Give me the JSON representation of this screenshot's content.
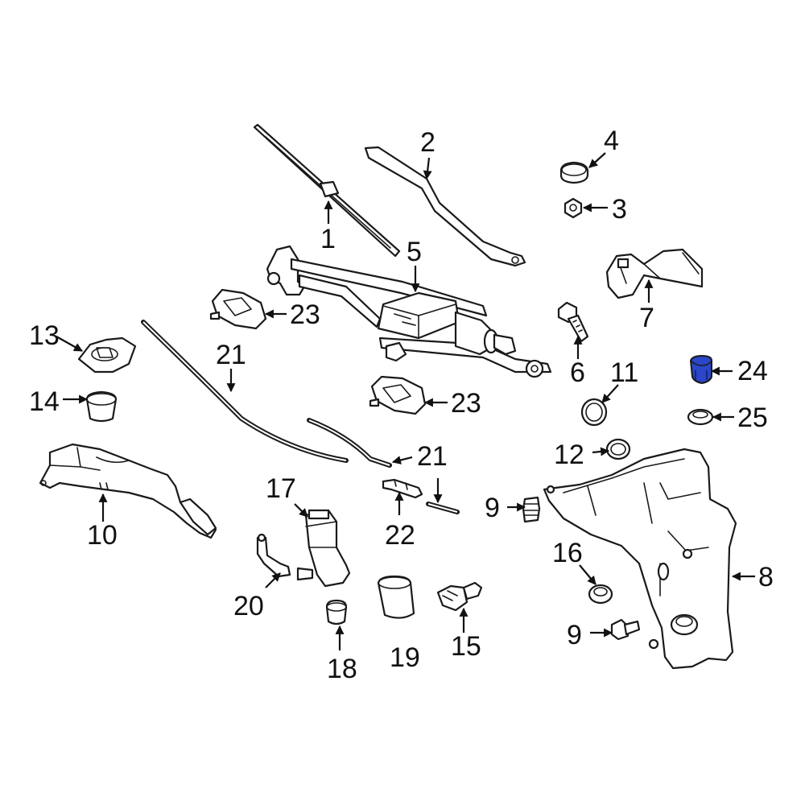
{
  "callouts": {
    "c1": "1",
    "c2": "2",
    "c3": "3",
    "c4": "4",
    "c5": "5",
    "c6": "6",
    "c7": "7",
    "c8": "8",
    "c9a": "9",
    "c9b": "9",
    "c10": "10",
    "c11": "11",
    "c12": "12",
    "c13": "13",
    "c14": "14",
    "c15": "15",
    "c16": "16",
    "c17": "17",
    "c18": "18",
    "c19": "19",
    "c20": "20",
    "c21a": "21",
    "c21b": "21",
    "c22": "22",
    "c23a": "23",
    "c23b": "23",
    "c24": "24",
    "c25": "25"
  },
  "colors": {
    "line": "#1a1a1a",
    "highlight": "#2b46c8",
    "background": "#ffffff"
  }
}
